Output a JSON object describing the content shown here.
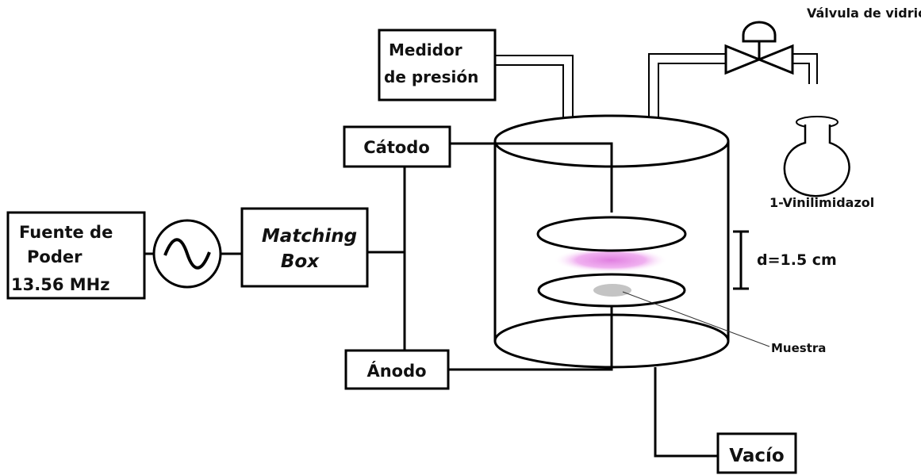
{
  "labels": {
    "power_source_line1": "Fuente de",
    "power_source_line2": "Poder",
    "power_source_line3": "13.56 MHz",
    "matching_box_line1": "Matching",
    "matching_box_line2": "Box",
    "cathode": "Cátodo",
    "anode": "Ánodo",
    "pressure_gauge_line1": "Medidor",
    "pressure_gauge_line2": "de presión",
    "glass_valve": "Válvula de vidrio",
    "monomer": "1-Vinilimidazol",
    "electrode_gap": "d=1.5 cm",
    "sample": "Muestra",
    "vacuum": "Vacío"
  },
  "colors": {
    "plasma": "#e07ee0",
    "sample": "#c4c4c4",
    "stroke": "#000000"
  }
}
